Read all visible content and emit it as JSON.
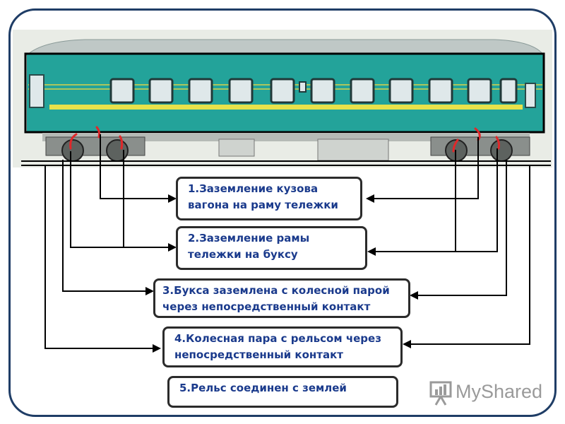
{
  "labels": [
    {
      "line1": "1.Заземление кузова",
      "line2": "вагона на раму тележки"
    },
    {
      "line1": "2.Заземление рамы",
      "line2": "тележки на буксу"
    },
    {
      "line1": "3.Букса заземлена с колесной парой",
      "line2": "через непосредственный контакт"
    },
    {
      "line1": "4.Колесная пара с рельсом через",
      "line2": "непосредственный контакт"
    },
    {
      "line1": "5.Рельс соединен с землей"
    }
  ],
  "logo": {
    "text": "MyShared"
  },
  "colors": {
    "car_body": "#23a39a",
    "stripe": "#e8e24a",
    "ground_marks": "#e0282a",
    "text": "#1a3a8c",
    "frame": "#1f3d66"
  }
}
